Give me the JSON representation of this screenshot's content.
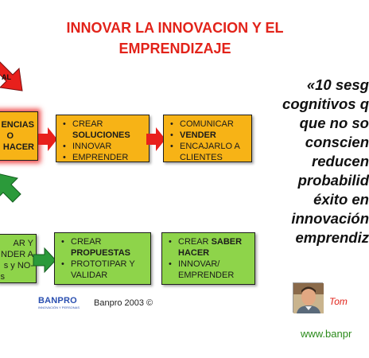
{
  "title": {
    "line1": "INNOVAR LA INNOVACION Y EL",
    "line2": "EMPRENDIZAJE"
  },
  "top_row": {
    "box1": {
      "line1": "ENCIAS",
      "line2": "O",
      "line3": "HACER"
    },
    "box2": {
      "item1": "CREAR",
      "item1b": "SOLUCIONES",
      "item2": "INNOVAR",
      "item3": "EMPRENDER"
    },
    "box3": {
      "item1": "COMUNICAR",
      "item2": "VENDER",
      "item3a": "ENCAJARLO A",
      "item3b": "CLIENTES"
    }
  },
  "bottom_row": {
    "box1": {
      "line1": "AR Y",
      "line2": "NDER A",
      "line3": "s y NO-",
      "line4": "s"
    },
    "box2": {
      "item1": "CREAR",
      "item1b": "PROPUESTAS",
      "item2a": "PROTOTIPAR Y",
      "item2b": "VALIDAR"
    },
    "box3": {
      "item1a": "CREAR",
      "item1b": "SABER",
      "item1c": "HACER",
      "item2a": "INNOVAR/",
      "item2b": "EMPRENDER"
    }
  },
  "corner_label": "AL",
  "quote": {
    "line1": "«10 sesg",
    "line2": "cognitivos q",
    "line3": "que no so",
    "line4": "conscien",
    "line5": "reducen",
    "line6": "probabilid",
    "line7": "éxito en",
    "line8": "innovación",
    "line9": "emprendiz"
  },
  "author": "Tom",
  "website": "www.banpr",
  "logo": {
    "name": "BANPRO",
    "tagline": "INNOVACIÓN Y PERSONAS"
  },
  "copyright": "Banpro 2003 ©",
  "colors": {
    "title_red": "#e2231a",
    "box_orange": "#f7b316",
    "box_green": "#8ed44a",
    "arrow_red": "#e8201c",
    "arrow_green": "#2b9a3a",
    "web_green": "#2a8a1a",
    "logo_blue": "#2a4fb0"
  }
}
